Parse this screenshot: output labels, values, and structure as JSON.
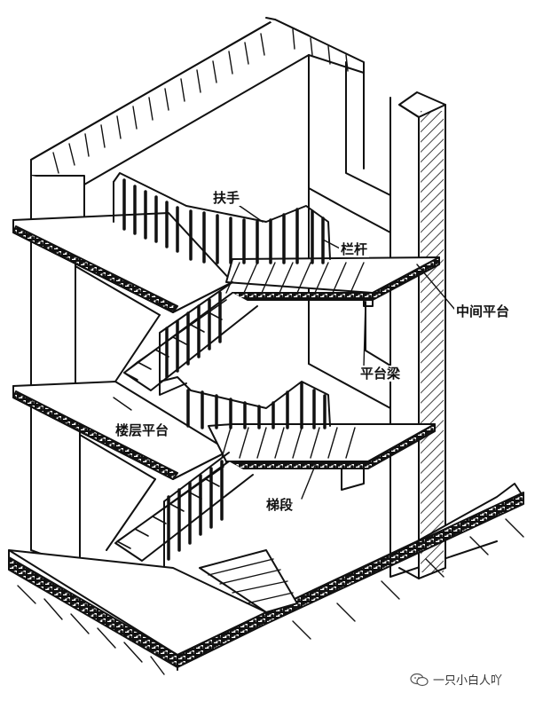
{
  "labels": {
    "handrail": "扶手",
    "baluster": "栏杆",
    "landing": "中间平台",
    "beam": "平台梁",
    "floor": "楼层平台",
    "flight": "梯段"
  },
  "watermark": {
    "text": "一只小白人吖",
    "icon": "wechat-icon"
  },
  "colors": {
    "ink": "#111111",
    "paper": "#ffffff"
  }
}
